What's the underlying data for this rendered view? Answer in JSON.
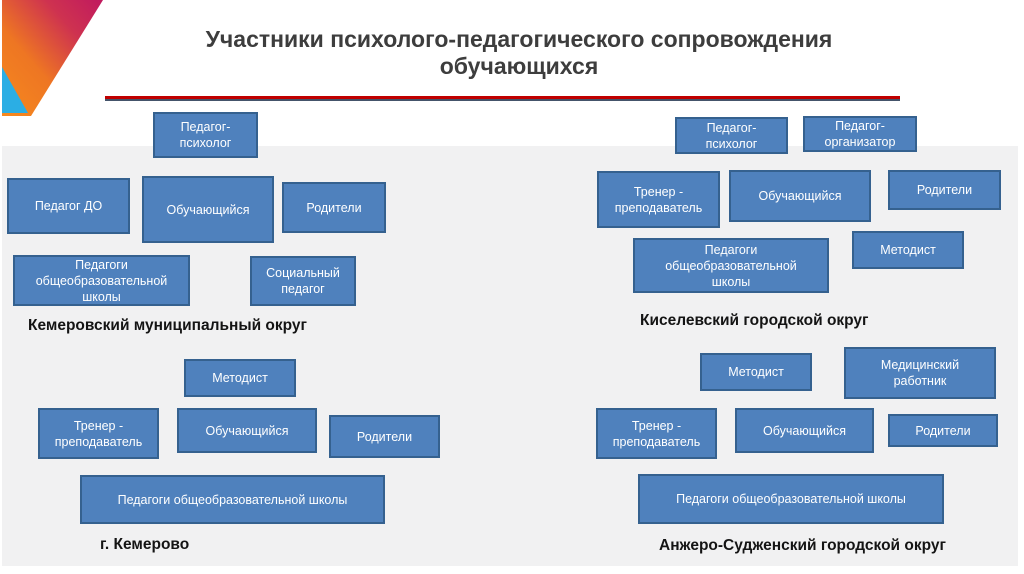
{
  "slide_title": "Участники психолого-педагогического сопровождения обучающихся",
  "groups": [
    {
      "caption": "Кемеровский муниципальный округ",
      "boxes": [
        {
          "label": "Педагог-психолог"
        },
        {
          "label": "Педагог ДО"
        },
        {
          "label": "Обучающийся"
        },
        {
          "label": "Родители"
        },
        {
          "label": "Педагоги общеобразовательной школы"
        },
        {
          "label": "Социальный педагог"
        }
      ]
    },
    {
      "caption": "Киселевский городской округ",
      "boxes": [
        {
          "label": "Педагог-психолог"
        },
        {
          "label": "Педагог-организатор"
        },
        {
          "label": "Тренер - преподаватель"
        },
        {
          "label": "Обучающийся"
        },
        {
          "label": "Родители"
        },
        {
          "label": "Педагоги общеобразовательной школы"
        },
        {
          "label": "Методист"
        }
      ]
    },
    {
      "caption": "г. Кемерово",
      "boxes": [
        {
          "label": "Методист"
        },
        {
          "label": "Тренер - преподаватель"
        },
        {
          "label": "Обучающийся"
        },
        {
          "label": "Родители"
        },
        {
          "label": "Педагоги общеобразовательной школы"
        }
      ]
    },
    {
      "caption": "Анжеро-Судженский городской округ",
      "boxes": [
        {
          "label": "Методист"
        },
        {
          "label": "Медицинский работник"
        },
        {
          "label": "Тренер - преподаватель"
        },
        {
          "label": "Обучающийся"
        },
        {
          "label": "Родители"
        },
        {
          "label": "Педагоги общеобразовательной школы"
        }
      ]
    }
  ],
  "colors": {
    "box_fill": "#4f81bd",
    "box_border": "#35618f",
    "box_text": "#ffffff",
    "divider_red": "#c00000",
    "divider_dark": "#44546a",
    "accent_orange": "#f28022",
    "accent_magenta": "#c0195f",
    "accent_cyan": "#2baee4",
    "panel_gray": "#f1f1f2",
    "title_text": "#3d3d3d"
  }
}
